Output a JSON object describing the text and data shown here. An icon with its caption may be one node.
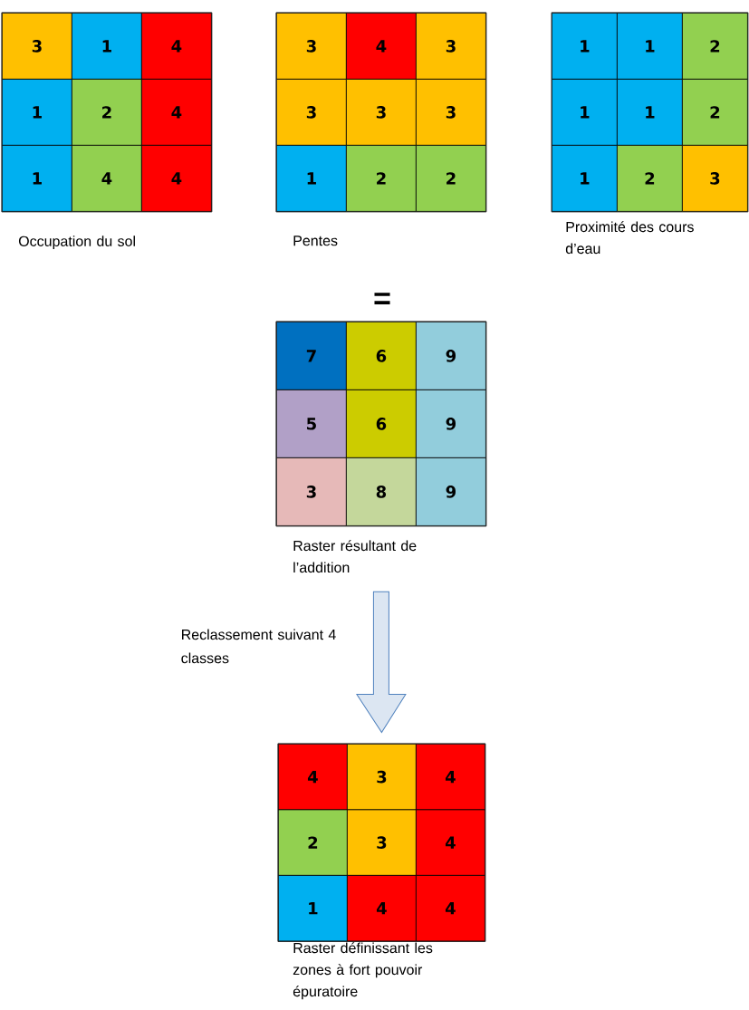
{
  "diagram": {
    "nodes": [
      {
        "text": [
          "Occupation du sol"
        ]
      },
      {
        "text": [
          "3"
        ],
        "in": 0
      },
      {
        "text": [
          "1"
        ],
        "in": 0
      },
      {
        "text": [
          "4"
        ],
        "in": 0
      },
      {
        "text": [
          "1"
        ],
        "in": 0
      },
      {
        "text": [
          "2"
        ],
        "in": 0
      },
      {
        "text": [
          "4"
        ],
        "in": 0
      },
      {
        "text": [
          "1"
        ],
        "in": 0
      },
      {
        "text": [
          "4"
        ],
        "in": 0
      },
      {
        "text": [
          "4"
        ],
        "in": 0
      },
      {
        "text": [
          "Pentes"
        ]
      },
      {
        "text": [
          "3"
        ],
        "in": 10
      },
      {
        "text": [
          "4"
        ],
        "in": 10
      },
      {
        "text": [
          "3"
        ],
        "in": 10
      },
      {
        "text": [
          "3"
        ],
        "in": 10
      },
      {
        "text": [
          "3"
        ],
        "in": 10
      },
      {
        "text": [
          "3"
        ],
        "in": 10
      },
      {
        "text": [
          "1"
        ],
        "in": 10
      },
      {
        "text": [
          "2"
        ],
        "in": 10
      },
      {
        "text": [
          "2"
        ],
        "in": 10
      },
      {
        "text": [
          "Proximité des cours d’eau"
        ]
      },
      {
        "text": [
          "1"
        ],
        "in": 20
      },
      {
        "text": [
          "1"
        ],
        "in": 20
      },
      {
        "text": [
          "2"
        ],
        "in": 20
      },
      {
        "text": [
          "1"
        ],
        "in": 20
      },
      {
        "text": [
          "1"
        ],
        "in": 20
      },
      {
        "text": [
          "2"
        ],
        "in": 20
      },
      {
        "text": [
          "1"
        ],
        "in": 20
      },
      {
        "text": [
          "2"
        ],
        "in": 20
      },
      {
        "text": [
          "3"
        ],
        "in": 20
      },
      {
        "text": [
          "Raster résultant de l’addition"
        ]
      },
      {
        "text": [
          "7"
        ],
        "in": 30
      },
      {
        "text": [
          "6"
        ],
        "in": 30
      },
      {
        "text": [
          "9"
        ],
        "in": 30
      },
      {
        "text": [
          "5"
        ],
        "in": 30
      },
      {
        "text": [
          "6"
        ],
        "in": 30
      },
      {
        "text": [
          "9"
        ],
        "in": 30
      },
      {
        "text": [
          "3"
        ],
        "in": 30
      },
      {
        "text": [
          "8"
        ],
        "in": 30
      },
      {
        "text": [
          "9"
        ],
        "in": 30
      },
      {
        "text": [
          "Raster définissant les zones à fort pouvoir épuratoire"
        ]
      },
      {
        "text": [
          "4"
        ],
        "in": 40
      },
      {
        "text": [
          "3"
        ],
        "in": 40
      },
      {
        "text": [
          "4"
        ],
        "in": 40
      },
      {
        "text": [
          "2"
        ],
        "in": 40
      },
      {
        "text": [
          "3"
        ],
        "in": 40
      },
      {
        "text": [
          "4"
        ],
        "in": 40
      },
      {
        "text": [
          "1"
        ],
        "in": 40
      },
      {
        "text": [
          "4"
        ],
        "in": 40
      },
      {
        "text": [
          "4"
        ],
        "in": 40
      }
    ],
    "edges": [
      {
        "from": 30,
        "to": 40,
        "arrow": "to",
        "label": "Reclassement suivant 4 classes"
      }
    ],
    "labels": [
      "="
    ]
  }
}
